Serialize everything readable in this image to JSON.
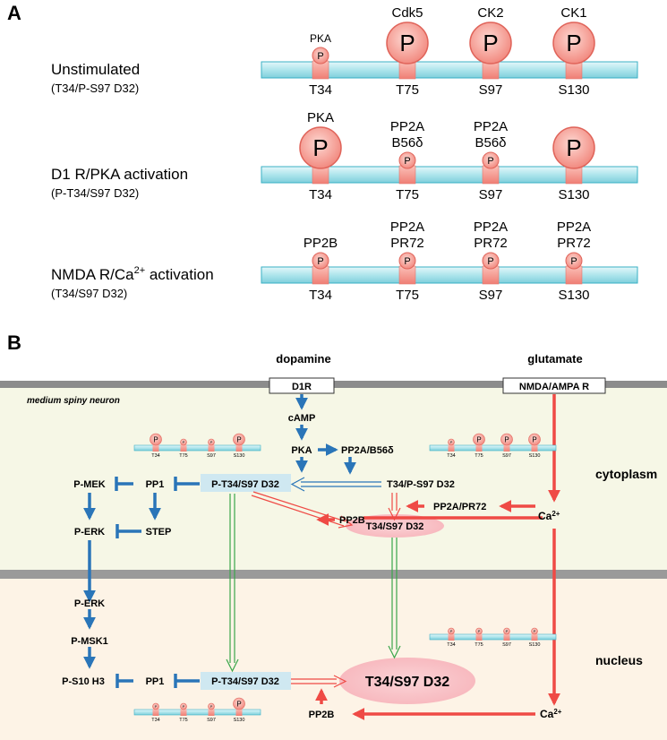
{
  "panelA": {
    "panel_label": "A",
    "rows": [
      {
        "label": "Unstimulated",
        "sublabel": "(T34/P-S97 D32)",
        "sites": [
          {
            "site": "T34",
            "state": "small",
            "enzyme": [
              "PKA"
            ]
          },
          {
            "site": "T75",
            "state": "large",
            "enzyme": [
              "Cdk5"
            ]
          },
          {
            "site": "S97",
            "state": "large",
            "enzyme": [
              "CK2"
            ]
          },
          {
            "site": "S130",
            "state": "large",
            "enzyme": [
              "CK1"
            ]
          }
        ]
      },
      {
        "label": "D1 R/PKA activation",
        "sublabel": "(P-T34/S97 D32)",
        "sites": [
          {
            "site": "T34",
            "state": "large",
            "enzyme": [
              "PKA"
            ]
          },
          {
            "site": "T75",
            "state": "small",
            "enzyme": [
              "PP2A",
              "B56δ"
            ]
          },
          {
            "site": "S97",
            "state": "small",
            "enzyme": [
              "PP2A",
              "B56δ"
            ]
          },
          {
            "site": "S130",
            "state": "large",
            "enzyme": []
          }
        ]
      },
      {
        "label_pre": "NMDA R/Ca",
        "label_sup": "2+",
        "label_post": " activation",
        "sublabel": "(T34/S97 D32)",
        "sites": [
          {
            "site": "T34",
            "state": "small",
            "enzyme": [
              "PP2B"
            ]
          },
          {
            "site": "T75",
            "state": "small",
            "enzyme": [
              "PP2A",
              "PR72"
            ]
          },
          {
            "site": "S97",
            "state": "small",
            "enzyme": [
              "PP2A",
              "PR72"
            ]
          },
          {
            "site": "S130",
            "state": "small",
            "enzyme": [
              "PP2A",
              "PR72"
            ]
          }
        ]
      }
    ],
    "p_letter": "P"
  },
  "panelB": {
    "panel_label": "B",
    "dopamine": "dopamine",
    "glutamate": "glutamate",
    "d1r": "D1R",
    "nmda": "NMDA/AMPA R",
    "cell_label": "medium spiny neuron",
    "cytoplasm": "cytoplasm",
    "nucleus": "nucleus",
    "camp": "cAMP",
    "pka": "PKA",
    "pp2a_b56": "PP2A/B56δ",
    "pt34_cyto": "P-T34/S97 D32",
    "t34ps97": "T34/P-S97 D32",
    "pp2a_pr72": "PP2A/PR72",
    "ca_pre": "Ca",
    "ca_sup": "2+",
    "pp2b_cyto": "PP2B",
    "t34s97_cyto": "T34/S97 D32",
    "pmek": "P-MEK",
    "pp1_cyto": "PP1",
    "perk1": "P-ERK",
    "step": "STEP",
    "perk2": "P-ERK",
    "pmsk1": "P-MSK1",
    "ps10h3": "P-S10 H3",
    "pp1_nuc": "PP1",
    "pt34_nuc": "P-T34/S97 D32",
    "t34s97_nuc": "T34/S97 D32",
    "pp2b_nuc": "PP2B",
    "ca2_pre": "Ca",
    "ca2_sup": "2+",
    "mini_sites": [
      "T34",
      "T75",
      "S97",
      "S130"
    ],
    "mini_p": "P"
  },
  "colors": {
    "bar": "#aee5ec",
    "bar_stroke": "#3ab0c4",
    "phospho": "#f5a39b",
    "phospho_stroke": "#e0645a",
    "blue": "#2a75b8",
    "red": "#ef4a45",
    "green": "#3aa64a",
    "cyto_bg": "#f6f7e6",
    "nuc_bg": "#fdf3e6",
    "membrane": "#8c8c8c"
  }
}
